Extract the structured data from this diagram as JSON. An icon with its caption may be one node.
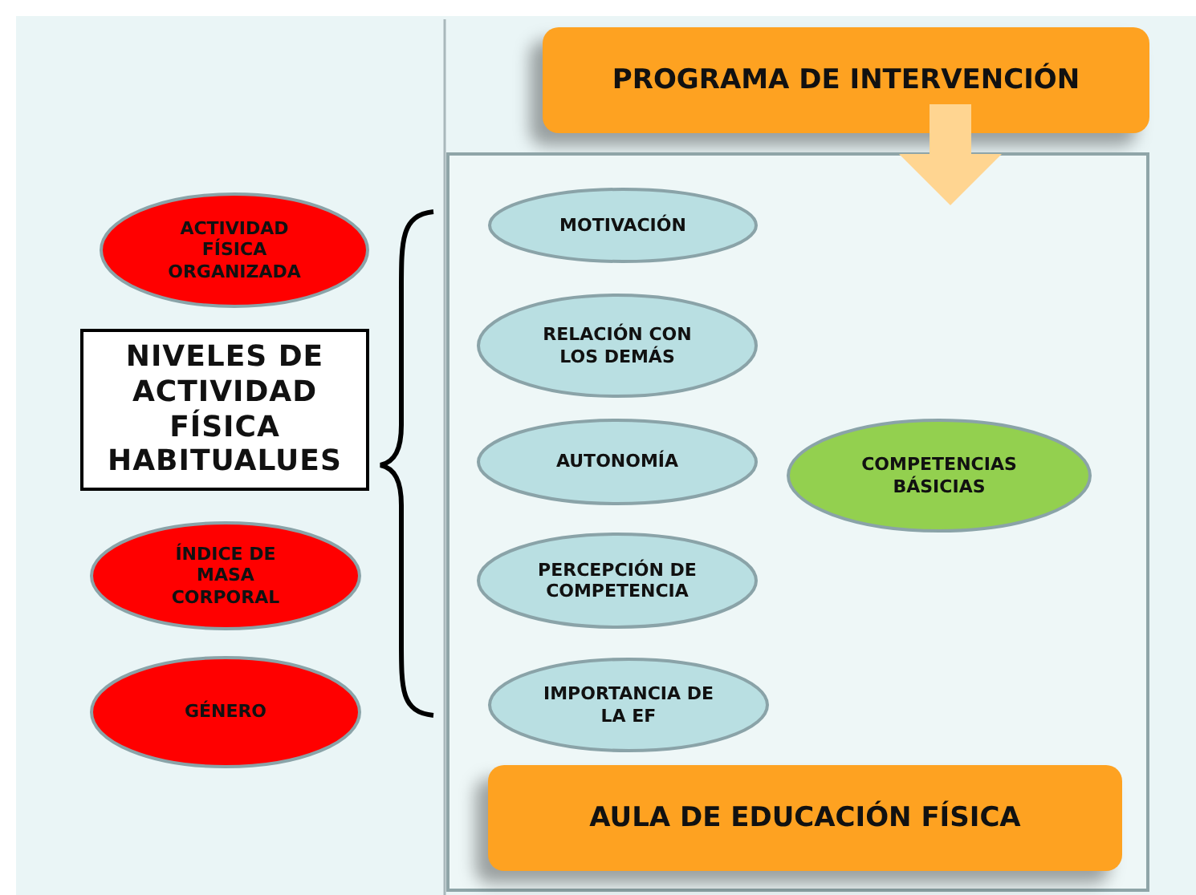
{
  "diagram": {
    "nodes": [
      {
        "text": [
          "PROGRAMA DE INTERVENCIÓN"
        ]
      },
      {
        "text": [],
        "shape": "box"
      },
      {
        "text": [
          "MOTIVACIÓN"
        ],
        "in": 1
      },
      {
        "text": [
          "RELACIÓN CON LOS DEMÁS"
        ],
        "in": 1
      },
      {
        "text": [
          "AUTONOMÍA"
        ],
        "in": 1
      },
      {
        "text": [
          "COMPETENCIAS BÁSICIAS"
        ],
        "in": 1
      },
      {
        "text": [
          "PERCEPCIÓN DE COMPETENCIA"
        ],
        "in": 1
      },
      {
        "text": [
          "IMPORTANCIA DE LA EF"
        ],
        "in": 1
      },
      {
        "text": [
          "AULA DE EDUCACIÓN FÍSICA"
        ],
        "in": 1
      },
      {
        "text": [
          "ACTIVIDAD FÍSICA ORGANIZADA"
        ]
      },
      {
        "text": [
          "NIVELES DE ACTIVIDAD FÍSICA HABITUALUES"
        ]
      },
      {
        "text": [
          "ÍNDICE DE MASA CORPORAL"
        ]
      },
      {
        "text": [
          "GÉNERO"
        ]
      }
    ],
    "edges": [
      {
        "from": 0,
        "to": 1,
        "arrow": "to",
        "color": "#ffd591"
      }
    ]
  }
}
